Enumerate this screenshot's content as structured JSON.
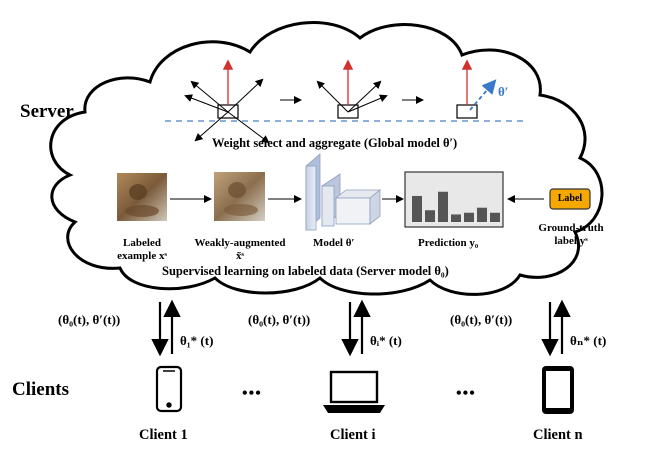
{
  "server_label": "Server",
  "clients_label": "Clients",
  "top": {
    "caption": "Weight select and aggregate (Global model θ′)",
    "theta_prime": "θ′"
  },
  "middle": {
    "labeled_example": [
      "Labeled",
      "example xˢ"
    ],
    "weak_aug": [
      "Weakly-augmented",
      "x̃ˢ"
    ],
    "model": "Model θ′",
    "prediction": "Prediction y₀",
    "label_box": "Label",
    "ground_truth": [
      "Ground-truth",
      "label yˢ"
    ],
    "caption": "Supervised learning on labeled data (Server model θ₀)",
    "prediction_bars": [
      0.62,
      0.28,
      0.72,
      0.18,
      0.22,
      0.34,
      0.22
    ]
  },
  "links": [
    {
      "down": "(θ₀(t), θ′(t))",
      "up": "θ₁* (t)"
    },
    {
      "down": "(θ₀(t), θ′(t))",
      "up": "θᵢ* (t)"
    },
    {
      "down": "(θ₀(t), θ′(t))",
      "up": "θₙ* (t)"
    }
  ],
  "ellipsis": "•••",
  "clients": [
    "Client 1",
    "Client i",
    "Client n"
  ],
  "colors": {
    "arrow_red": "#d0312d",
    "arrow_blue": "#3a78c9",
    "dashed_line": "#4a7fc1",
    "label_fill": "#f5a800"
  }
}
